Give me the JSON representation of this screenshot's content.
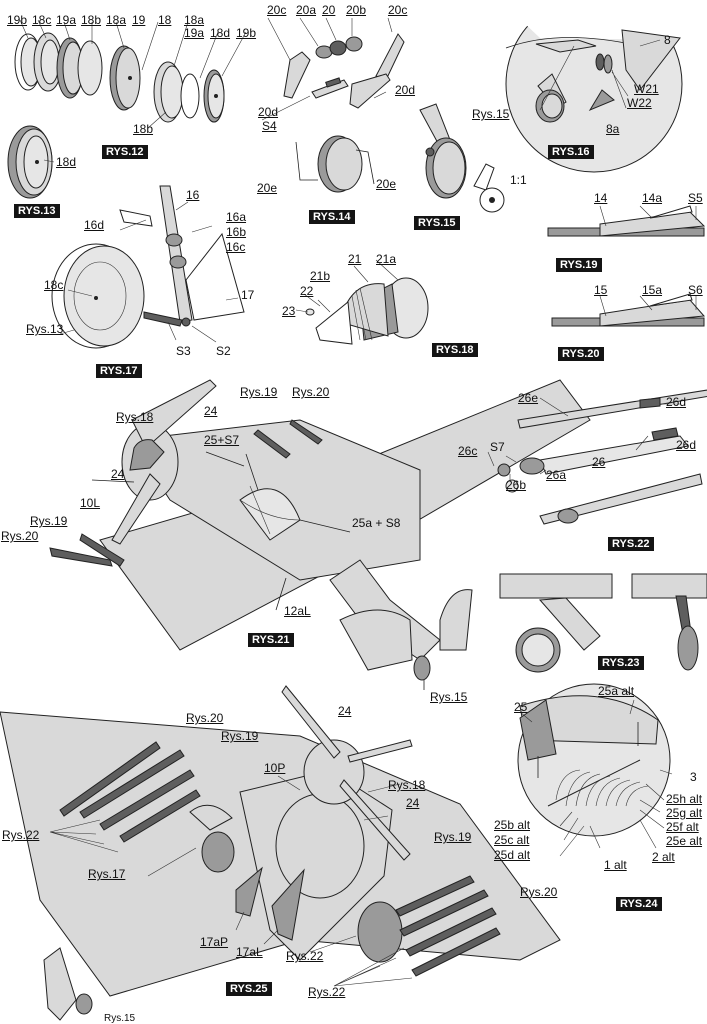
{
  "figures": {
    "rys12": {
      "caption": "RYS.12",
      "parts": [
        "19b",
        "18c",
        "19a",
        "18b",
        "18a",
        "19",
        "18",
        "18a",
        "19a",
        "18d",
        "19b",
        "18b"
      ]
    },
    "rys13": {
      "caption": "RYS.13",
      "parts": [
        "18d"
      ]
    },
    "rys14": {
      "caption": "RYS.14",
      "parts": [
        "20c",
        "20a",
        "20",
        "20b",
        "20c",
        "20d",
        "20d",
        "S4",
        "20e",
        "20e"
      ]
    },
    "rys15": {
      "caption": "RYS.15",
      "scale": "1:1"
    },
    "rys16": {
      "caption": "RYS.16",
      "parts": [
        "8",
        "W21",
        "W22",
        "Rys.15",
        "8a"
      ]
    },
    "rys17": {
      "caption": "RYS.17",
      "parts": [
        "16",
        "16d",
        "16a",
        "16b",
        "16c",
        "18c",
        "17",
        "Rys.13",
        "S3",
        "S2"
      ]
    },
    "rys18": {
      "caption": "RYS.18",
      "parts": [
        "21",
        "21a",
        "21b",
        "22",
        "23"
      ]
    },
    "rys19": {
      "caption": "RYS.19",
      "parts": [
        "14",
        "14a",
        "S5"
      ]
    },
    "rys20": {
      "caption": "RYS.20",
      "parts": [
        "15",
        "15a",
        "S6"
      ]
    },
    "rys21": {
      "caption": "RYS.21",
      "parts": [
        "Rys.19",
        "Rys.20",
        "Rys.18",
        "24",
        "25+S7",
        "24",
        "10L",
        "Rys.19",
        "Rys.20",
        "25a + S8",
        "12aL",
        "Rys.15"
      ]
    },
    "rys22": {
      "caption": "RYS.22",
      "parts": [
        "26e",
        "26d",
        "26c",
        "S7",
        "26",
        "26d",
        "26a",
        "26b"
      ]
    },
    "rys23": {
      "caption": "RYS.23"
    },
    "rys24": {
      "caption": "RYS.24",
      "parts": [
        "25a alt",
        "25",
        "3",
        "25h alt",
        "25g alt",
        "25b alt",
        "25f alt",
        "25c alt",
        "25e alt",
        "25d alt",
        "2 alt",
        "1 alt"
      ]
    },
    "rys25": {
      "caption": "RYS.25",
      "parts": [
        "Rys.20",
        "24",
        "Rys.19",
        "10P",
        "Rys.18",
        "24",
        "Rys.22",
        "Rys.17",
        "Rys.19",
        "Rys.20",
        "17aP",
        "17aL",
        "Rys.22",
        "Rys.22",
        "Rys.15"
      ]
    }
  }
}
